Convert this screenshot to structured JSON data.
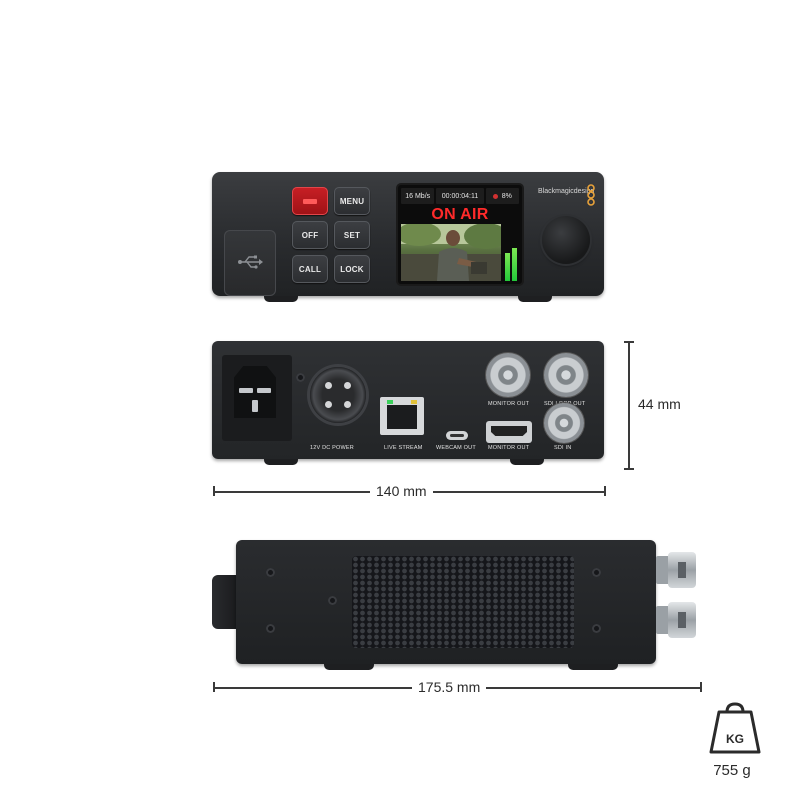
{
  "front": {
    "buttons": {
      "record": "",
      "menu": "MENU",
      "off": "OFF",
      "set": "SET",
      "call": "CALL",
      "lock": "LOCK"
    },
    "lcd": {
      "bitrate": "16 Mb/s",
      "timecode": "00:00:04:11",
      "signal": "8%",
      "on_air": "ON AIR"
    },
    "brand": "Blackmagicdesign"
  },
  "rear": {
    "labels": {
      "power": "12V DC POWER",
      "live_stream": "LIVE STREAM",
      "webcam_out": "WEBCAM OUT",
      "monitor_out_hdmi": "MONITOR OUT",
      "monitor_out_sdi": "MONITOR OUT",
      "sdi_loop_out": "SDI LOOP OUT",
      "sdi_in": "SDI IN"
    }
  },
  "dimensions": {
    "height": "44 mm",
    "width": "140 mm",
    "depth": "175.5 mm"
  },
  "weight": {
    "icon_label": "KG",
    "value": "755 g"
  },
  "colors": {
    "on_air_red": "#ff2a2a",
    "meter_green": "#23c83a",
    "chassis": "#2a2c2f"
  }
}
